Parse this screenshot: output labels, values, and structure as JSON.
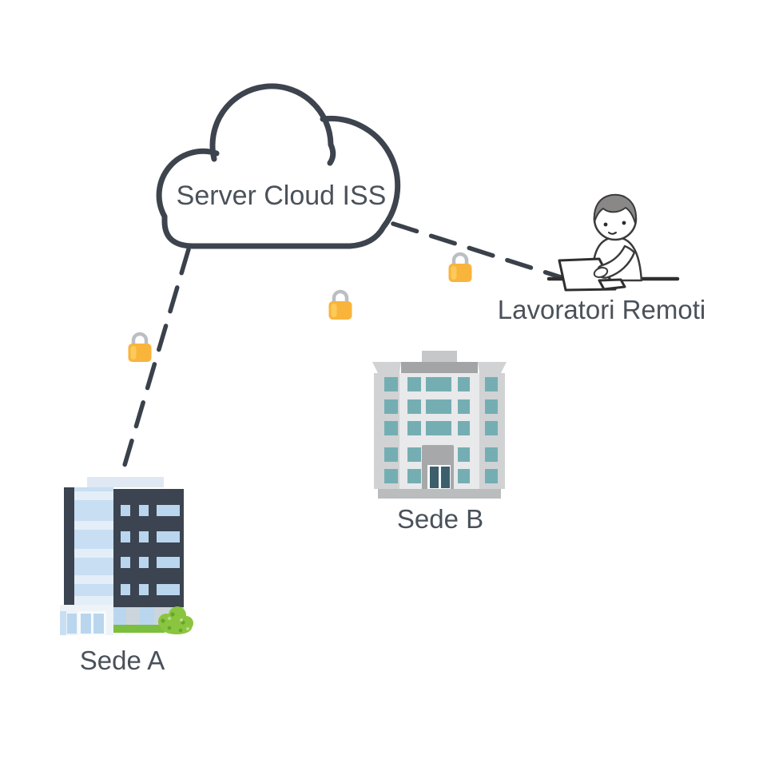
{
  "cloud": {
    "label": "Server Cloud ISS",
    "icon": "cloud-outline-icon"
  },
  "sites": {
    "sede_a": {
      "label": "Sede A",
      "icon": "office-building-blue-icon"
    },
    "sede_b": {
      "label": "Sede B",
      "icon": "office-building-gray-icon"
    },
    "remote": {
      "label": "Lavoratori Remoti",
      "icon": "person-at-laptop-icon"
    }
  },
  "connections": {
    "lock_icon": "padlock-icon",
    "lock_count": 3
  },
  "colors": {
    "background": "#ffffff",
    "outline_dark": "#3d444e",
    "label_text": "#4a515a",
    "vpn_line": "#3a414b",
    "desk_line": "#2f2f2f",
    "person_line": "#3b3b3b",
    "hair_gray": "#8a8886",
    "lock_body": "#f9b43b",
    "lock_body_light": "#fdce62",
    "lock_shackle": "#bcbfc2",
    "bldg_dark": "#3b4450",
    "bldg_window_blue": "#b9d6ee",
    "bldg_glass_blue": "#c8def2",
    "bldg_glass_stripe": "#e3eef9",
    "bldg_roof_light": "#dfe8f3",
    "bldg_base_light": "#eef3f7",
    "white_trim": "#f8fafc",
    "bldg_ground_gray": "#ccd5db",
    "bldg_gray_wing": "#d0d2d4",
    "bldg_gray_facade": "#e8e9eb",
    "bldg_gray_band": "#a2a4a6",
    "bldg_gray_rooftop": "#c5c7c9",
    "bldg_gray_entrance": "#a6a8aa",
    "bldg_gray_base": "#babcbe",
    "bldg_window_teal": "#74aeb3",
    "door_teal": "#3c5f6b",
    "green_hedge": "#7cbf3e",
    "green_bush": "#8bc53f",
    "green_bush_dark": "#63a82d",
    "green_bush_light": "#b9dd8a"
  }
}
